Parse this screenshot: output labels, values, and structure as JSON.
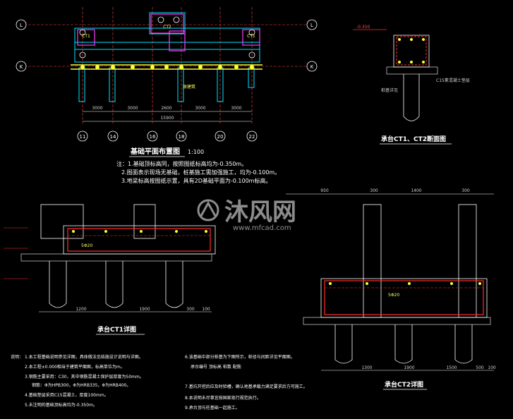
{
  "titles": {
    "plan": "基础平面布置图",
    "plan_scale": "1:100",
    "section": "承台CT1、CT2断面图",
    "ct1": "承台CT1详图",
    "ct2": "承台CT2详图"
  },
  "plan": {
    "axes_top": [
      "11",
      "14",
      "16",
      "18",
      "20",
      "22"
    ],
    "axes_side": [
      "L",
      "K"
    ],
    "bottom_dims": [
      "3000",
      "3000",
      "2600",
      "3000",
      "3000"
    ],
    "total_dim": "15900",
    "ct_labels": [
      "CT1",
      "CT2",
      "CT1"
    ],
    "room_label": "原建筑"
  },
  "plan_notes": [
    "注：1.基础顶标高同，按照图纸标高均为-0.350m。",
    "2.图面表示现场无基础，桩基施工需加强施工，均为-0.100m。",
    "3.地梁标高按图纸示置，具有2D基础平面为-0.100m标高。"
  ],
  "section": {
    "top_label": "-0.350",
    "labels": [
      "C15素混凝土垫层",
      "桩基详见"
    ]
  },
  "ct1": {
    "dims": [
      "1200",
      "1900",
      "300",
      "100"
    ],
    "beam": "5Φ20"
  },
  "ct2": {
    "dims": [
      "1300",
      "1900",
      "1500",
      "500",
      "100"
    ],
    "top_dims": [
      "950",
      "300",
      "1400",
      "300"
    ],
    "beam": "5Φ20"
  },
  "notes_heading": "说明：",
  "notes_left": [
    "1.本工程基础说明参见详图，具体做法见结施设计说明与详图。",
    "2.本工程±0.000相当于建筑平面图，标高单位为m。",
    "3.钢筋主要采用：C30，其中钢筋混凝土保护层厚度为50mm。",
    "钢筋：Φ为HPB300，Φ为HRB335，Φ为HRB400。",
    "4.基础垫层采用C15混凝土，厚度100mm。",
    "5.未注明的基础顶标高均为-0.350m。"
  ],
  "notes_right": [
    "6.该基础中部分桩基为下图所示，桩径与间距详见平面图。",
    "承台编号  顶标高  桩数  配筋",
    "7.基坑开挖后应及时验槽，确认地基承载力满足要求后方可施工。",
    "8.本说明未尽事宜按国家现行规范执行。",
    "9.承台顶与柱基础一起施工。"
  ],
  "watermark": {
    "brand": "沐风网",
    "url": "www.mfcad.com"
  },
  "colors": {
    "background": "#000000",
    "line": "#ffffff",
    "cyan": "#00e5ff",
    "magenta": "#ff3cff",
    "yellow": "#ffff33",
    "red": "#ff3030"
  }
}
